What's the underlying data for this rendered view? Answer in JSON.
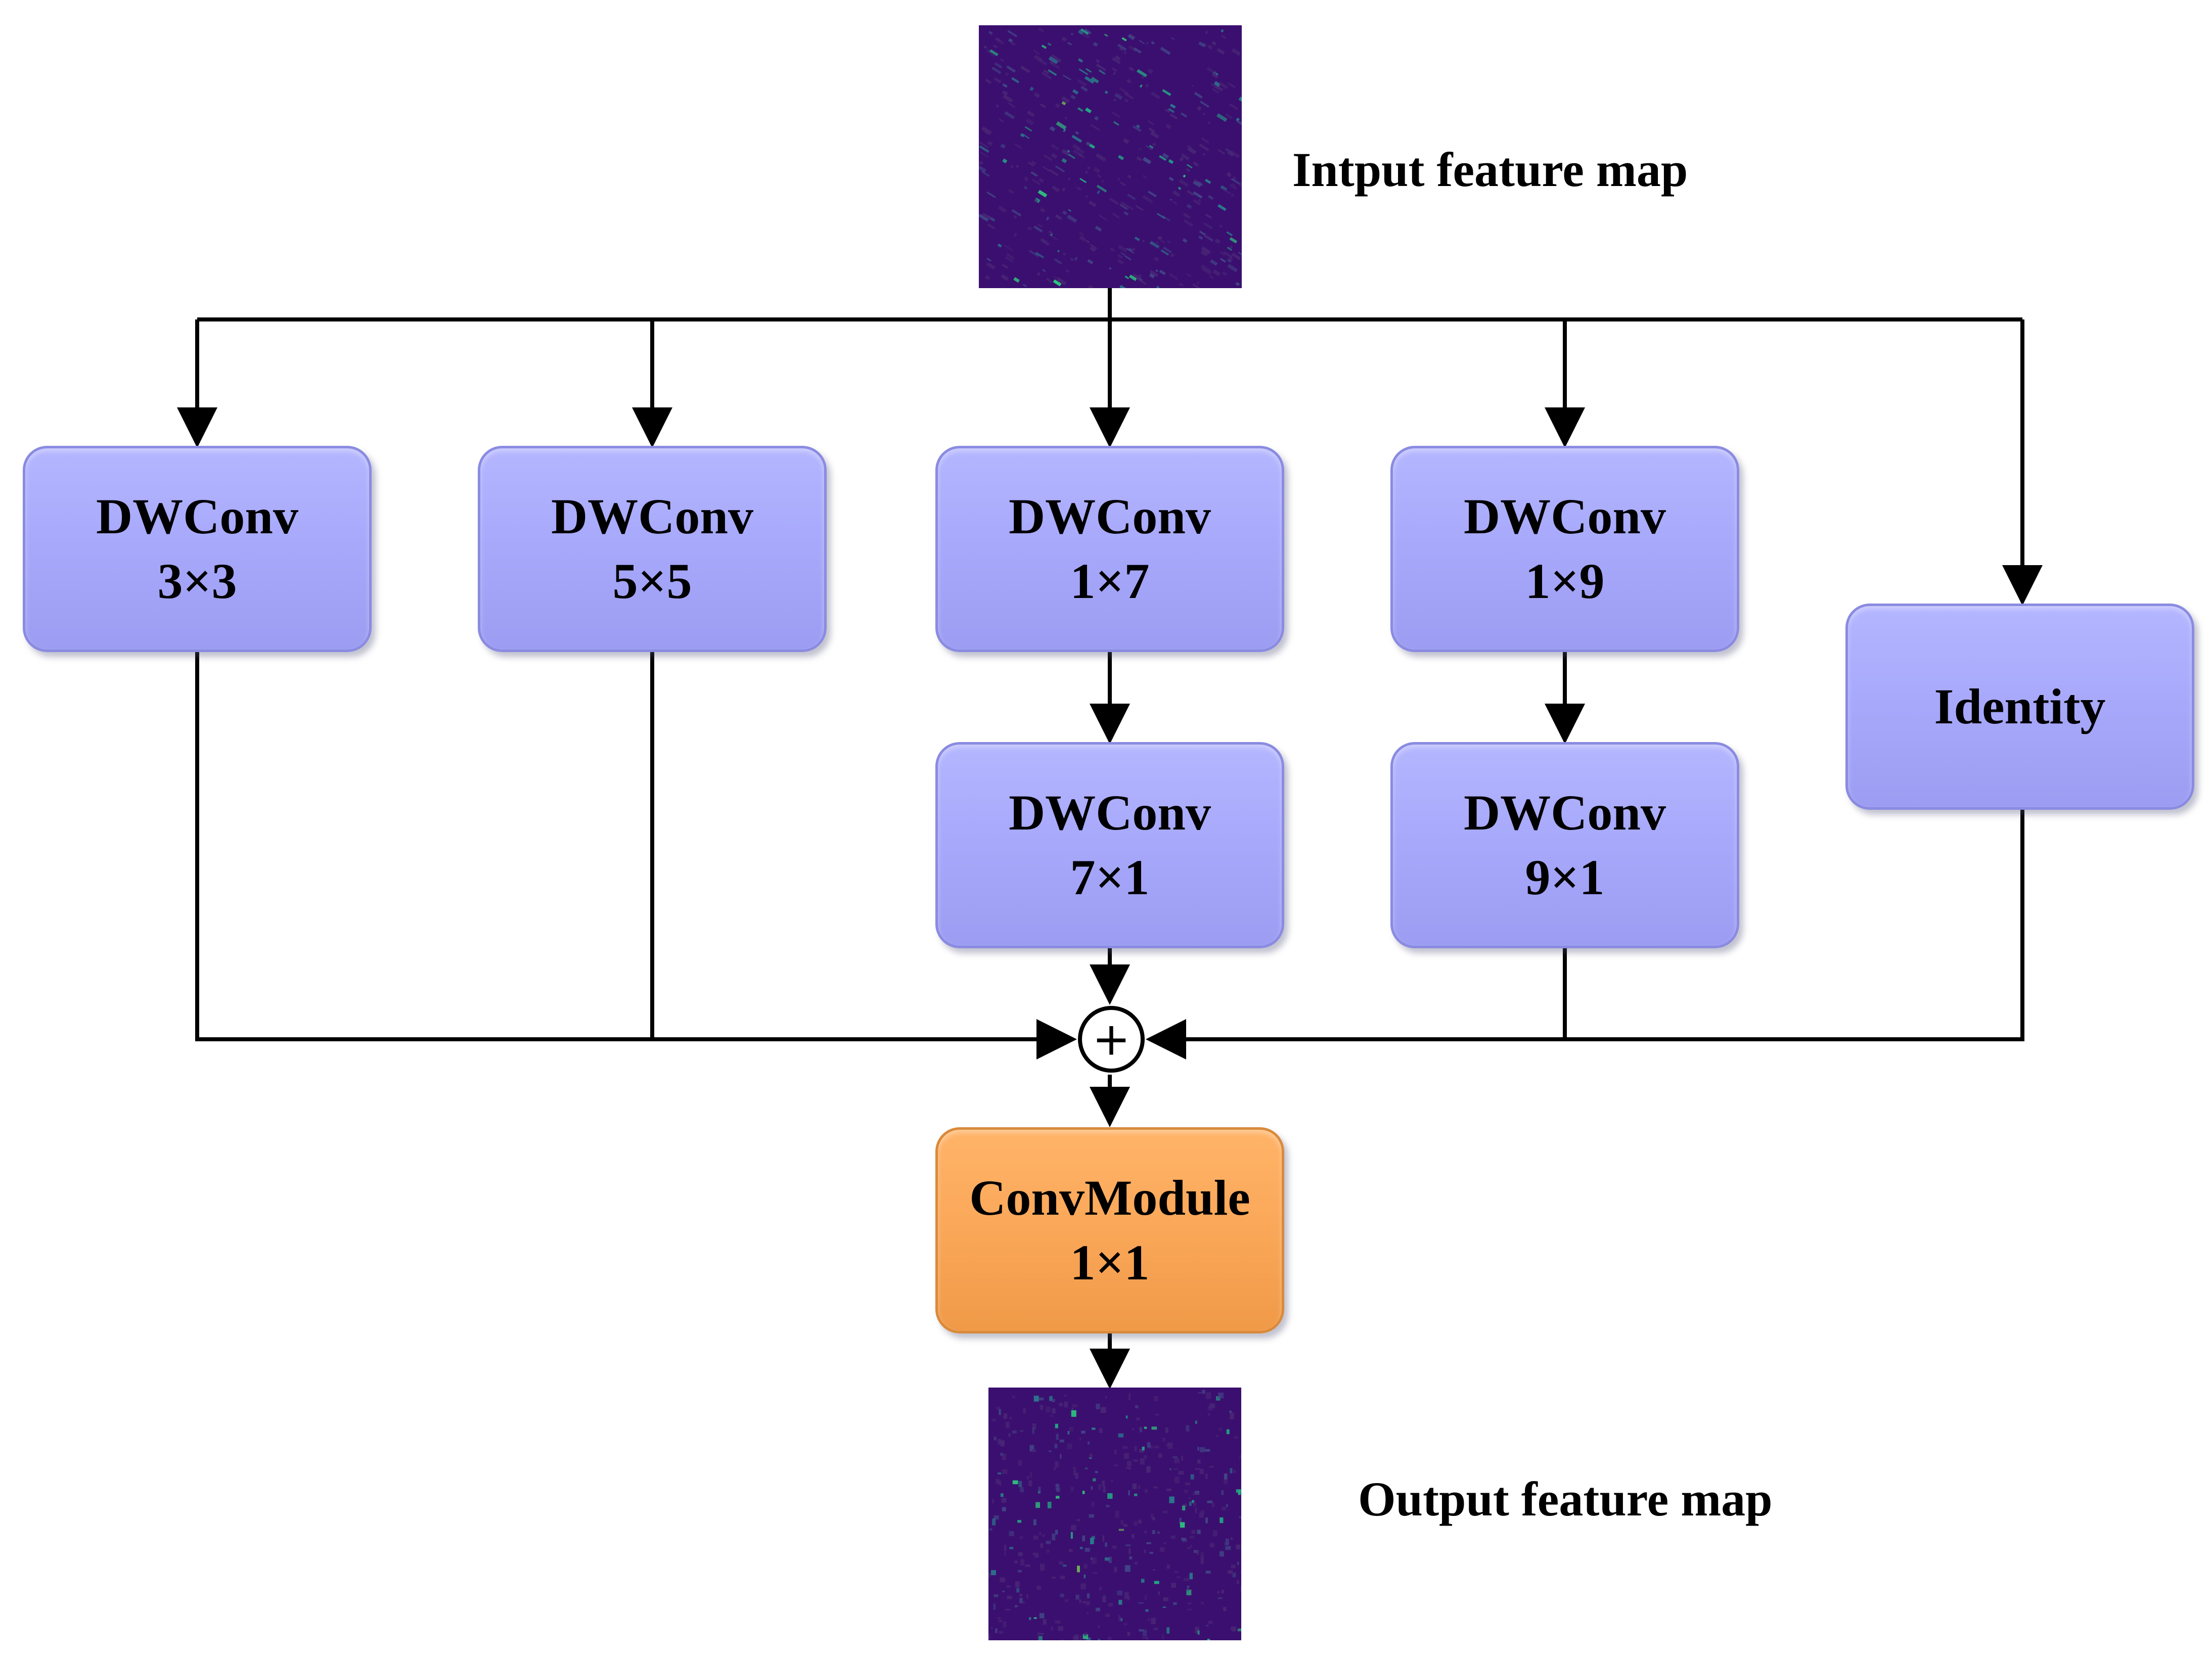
{
  "input_caption": "Intput feature map",
  "output_caption": "Output feature map",
  "nodes": {
    "dw3": {
      "title": "DWConv",
      "kernel": "3×3"
    },
    "dw5": {
      "title": "DWConv",
      "kernel": "5×5"
    },
    "dw1x7": {
      "title": "DWConv",
      "kernel": "1×7"
    },
    "dw7x1": {
      "title": "DWConv",
      "kernel": "7×1"
    },
    "dw1x9": {
      "title": "DWConv",
      "kernel": "1×9"
    },
    "dw9x1": {
      "title": "DWConv",
      "kernel": "9×1"
    },
    "identity": {
      "title": "Identity"
    },
    "convmodule": {
      "title": "ConvModule",
      "kernel": "1×1"
    }
  },
  "sum_symbol": "+",
  "colors": {
    "dwconv_fill": "#a8a9fb",
    "convmodule_fill": "#fba85a",
    "feature_map_background": "#3b0f6f",
    "feature_map_highlight": "#2ec27e",
    "line": "#000000"
  }
}
